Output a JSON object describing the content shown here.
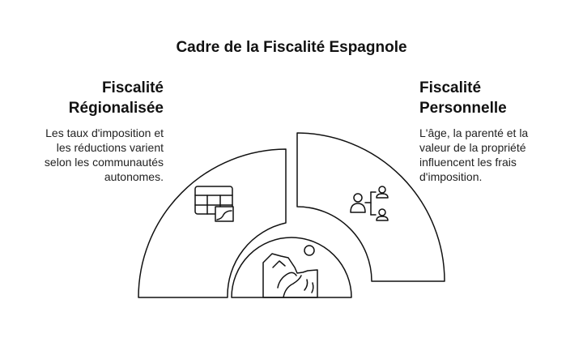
{
  "title": "Cadre de la Fiscalité Espagnole",
  "left": {
    "heading": [
      "Fiscalité",
      "Régionalisée"
    ],
    "description": [
      "Les taux d'imposition et",
      "les réductions varient",
      "selon les communautés",
      "autonomes."
    ],
    "icon": "table-chart-icon"
  },
  "right": {
    "heading": [
      "Fiscalité",
      "Personnelle"
    ],
    "description": [
      "L'âge, la parenté et la",
      "valeur de la propriété",
      "influencent les frais",
      "d'imposition."
    ],
    "icon": "family-tree-icon"
  },
  "center": {
    "icon": "landscape-icon"
  },
  "colors": {
    "stroke": "#111111",
    "background": "#ffffff"
  }
}
